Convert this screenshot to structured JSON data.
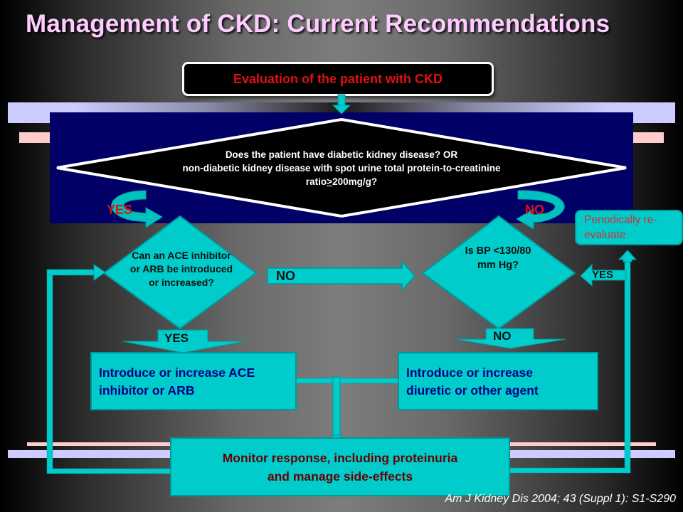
{
  "slide": {
    "title": "Management of CKD: Current Recommendations",
    "citation": "Am J Kidney Dis 2004; 43 (Suppl 1):  S1-S290"
  },
  "colors": {
    "title": "#ffccff",
    "accent_cyan": "#00cccc",
    "navy_panel": "#000066",
    "label_red": "#e01010",
    "action_text": "#000080",
    "monitor_text": "#660000"
  },
  "flowchart": {
    "start": {
      "label": "Evaluation of the patient with CKD"
    },
    "decision_1": {
      "lines": [
        "Does the patient have diabetic kidney disease? OR",
        "non-diabetic kidney disease with spot urine total protein-to-creatinine",
        "ratio>200mg/g?"
      ],
      "ratio_prefix": "ratio",
      "ratio_symbol": ">",
      "ratio_suffix": "200mg/g?",
      "yes_label": "YES",
      "no_label": "NO"
    },
    "decision_2": {
      "lines": [
        "Can an ACE inhibitor",
        "or ARB be introduced",
        "or increased?"
      ],
      "yes_label": "YES",
      "no_label": "NO"
    },
    "decision_3": {
      "lines": [
        "Is BP <130/80",
        "mm Hg?"
      ],
      "yes_label": "YES",
      "no_label": "NO"
    },
    "reevaluate": {
      "lines": [
        "Periodically re-",
        "evaluate"
      ]
    },
    "action_ace": {
      "lines": [
        "Introduce or increase ACE",
        "inhibitor or ARB"
      ]
    },
    "action_diuretic": {
      "lines": [
        "Introduce or increase",
        "diuretic or other agent"
      ]
    },
    "monitor": {
      "lines": [
        "Monitor response, including proteinuria",
        "and manage side-effects"
      ]
    }
  }
}
